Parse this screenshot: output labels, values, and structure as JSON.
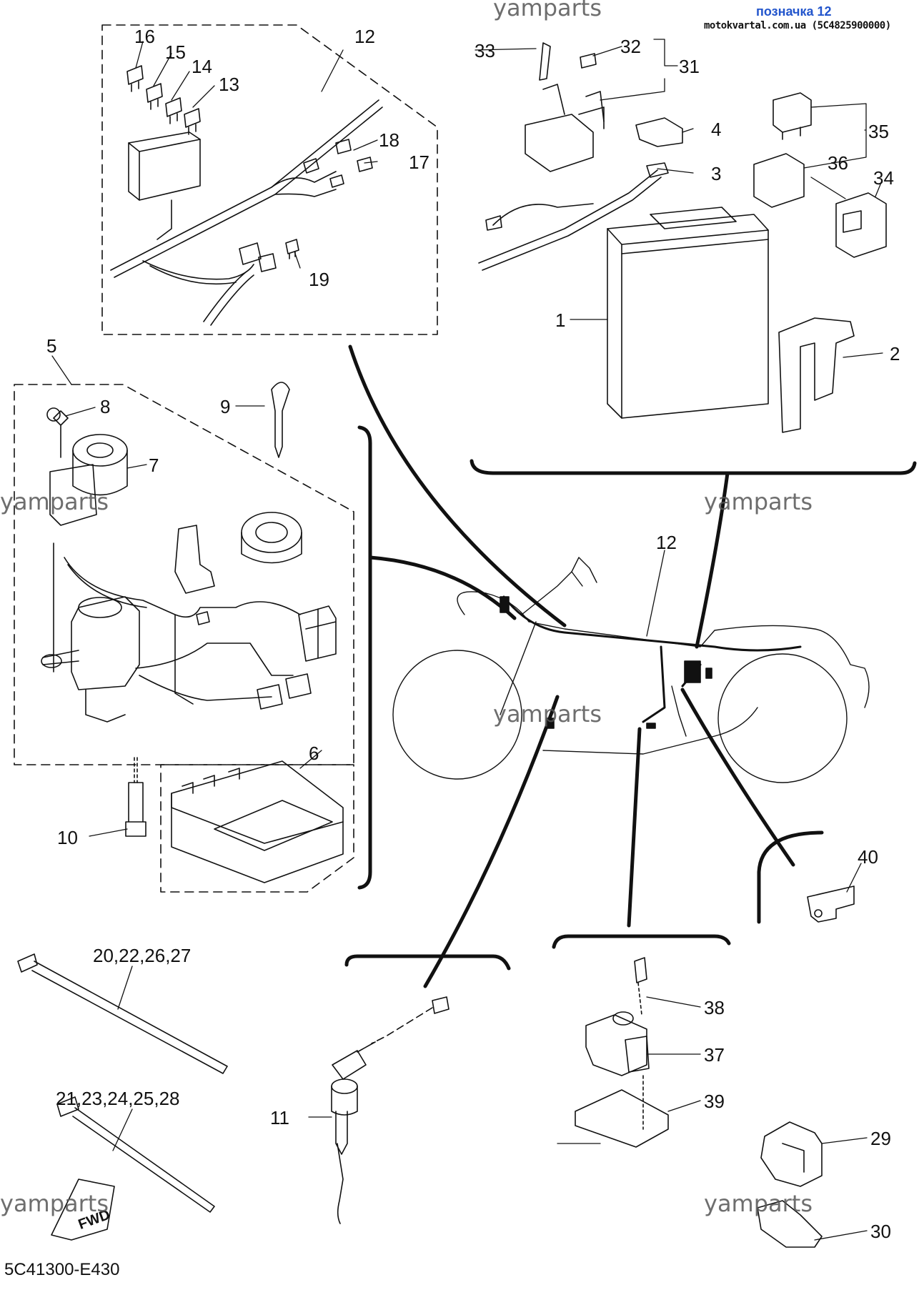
{
  "header": {
    "badge": "позначка 12",
    "site": "motokvartal.com.ua (5C4825900000)"
  },
  "watermark": "yamparts",
  "diagram_code": "5C41300-E430",
  "fwd_label": "FWD",
  "callouts": {
    "p1": "1",
    "p2": "2",
    "p3": "3",
    "p4": "4",
    "p5": "5",
    "p6": "6",
    "p7": "7",
    "p8": "8",
    "p9": "9",
    "p10": "10",
    "p11": "11",
    "p12a": "12",
    "p12b": "12",
    "p13": "13",
    "p14": "14",
    "p15": "15",
    "p16": "16",
    "p17": "17",
    "p18": "18",
    "p19": "19",
    "p20": "20,22,26,27",
    "p21": "21,23,24,25,28",
    "p29": "29",
    "p30": "30",
    "p31": "31",
    "p32": "32",
    "p33": "33",
    "p34": "34",
    "p35": "35",
    "p36": "36",
    "p37": "37",
    "p38": "38",
    "p39": "39",
    "p40": "40"
  }
}
